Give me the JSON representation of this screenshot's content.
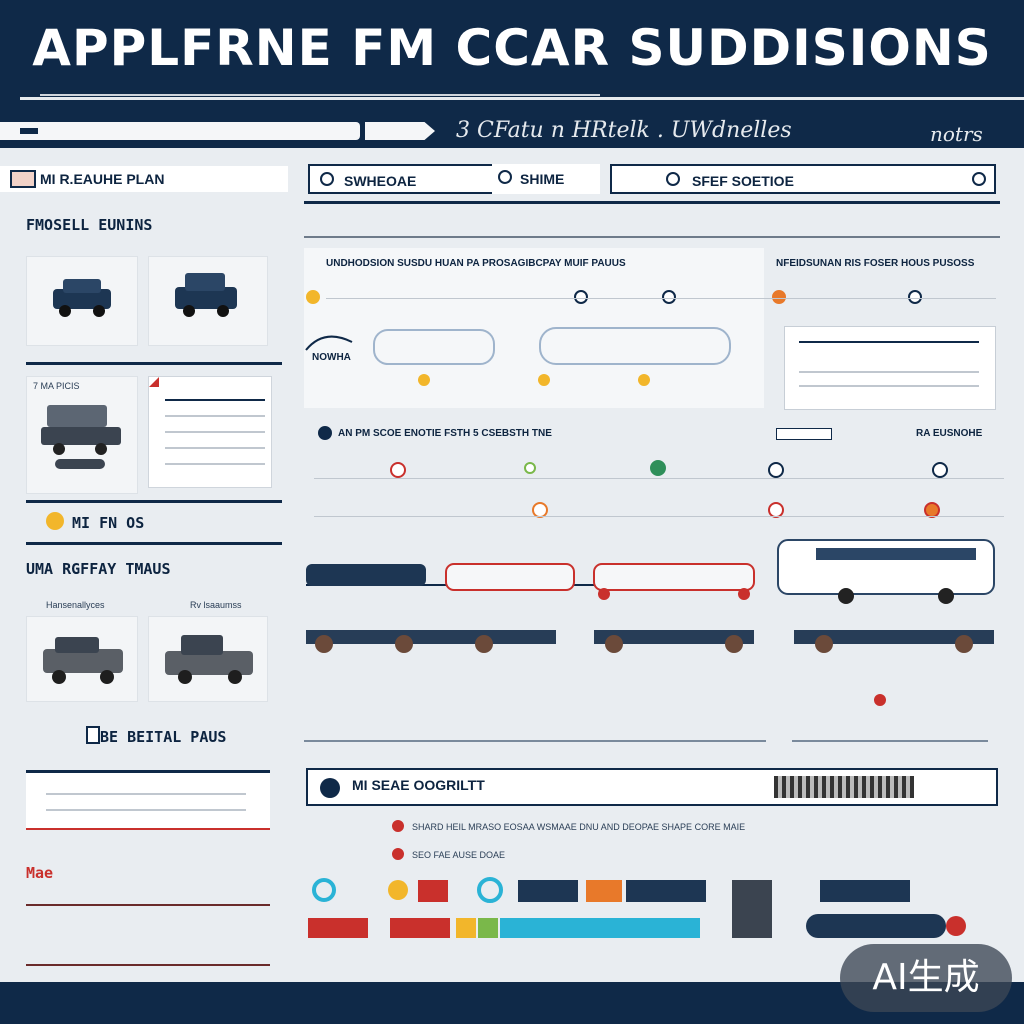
{
  "header": {
    "title": "APPLFRNE FM CCAR SUDDISIONS",
    "subtitle_mid": "3 CFatu n HRtelk . UWdnelles",
    "subtitle_right": "notrs"
  },
  "left": {
    "box_label": "MI R.EAUHE PLAN",
    "heading_1": "FMOSELL EUNINS",
    "mini_card_label": "7 MA PICIS",
    "info_label": "MI FN OS",
    "heading_2": "UMA RGFFAY TMAUS",
    "caption_left": "Hansenallyces",
    "caption_right": "Rv lsaaumss",
    "heading_3": "BE BEITAL PAUS",
    "heading_4": "Mae"
  },
  "tabs": [
    {
      "label": "SWHEOAE",
      "icon": "circle-icon"
    },
    {
      "label": "SHIME",
      "icon": "circle-icon"
    },
    {
      "label": "SFEF SOETIOE",
      "icon": "circle-icon"
    }
  ],
  "flow": {
    "title_left": "UNDHODSION SUSDU HUAN PA PROSAGIBCPAY MUIF PAUUS",
    "title_right": "NFEIDSUNAN RIS FOSER HOUS PUSOSS",
    "label_vehicle": "NOWHA",
    "section_title": "AN PM SCOE ENOTIE FSTH 5 CSEBSTH TNE",
    "section_right": "RA EUSNOHE"
  },
  "bottom_panel": {
    "title": "MI SEAE OOGRILTT",
    "line_1": "SHARD HEIL MRASO EOSAA WSMAAE DNU AND DEOPAE SHAPE CORE MAIE",
    "line_2": "SEO FAE AUSE DOAE"
  },
  "badge": {
    "text": "AI生成"
  },
  "colors": {
    "navy": "#0f2948",
    "background": "#e9edf1",
    "red": "#c9302c",
    "cyan": "#2ab3d6",
    "yellow": "#f2b62b",
    "orange": "#e8792a"
  }
}
